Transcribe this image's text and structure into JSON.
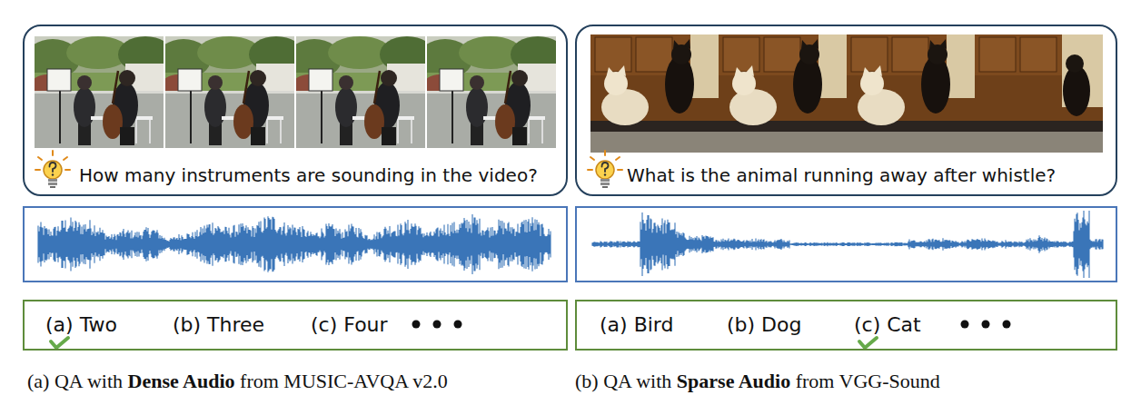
{
  "diagram": {
    "nodes": [
      {
        "text": [
          "How many instruments are sounding in the video?"
        ]
      },
      {
        "text": [
          "(a) Two",
          "(b) Three",
          "(c) Four"
        ]
      },
      {
        "text": [
          "What is the animal running away after whistle?"
        ]
      },
      {
        "text": [
          "(a) Bird",
          "(b) Dog",
          "(c) Cat"
        ]
      }
    ],
    "labels": [
      "(a) QA with",
      "Dense Audio",
      "from MUSIC-AVQA v2.0",
      "(b) QA with",
      "Sparse Audio",
      "from VGG-Sound"
    ]
  }
}
